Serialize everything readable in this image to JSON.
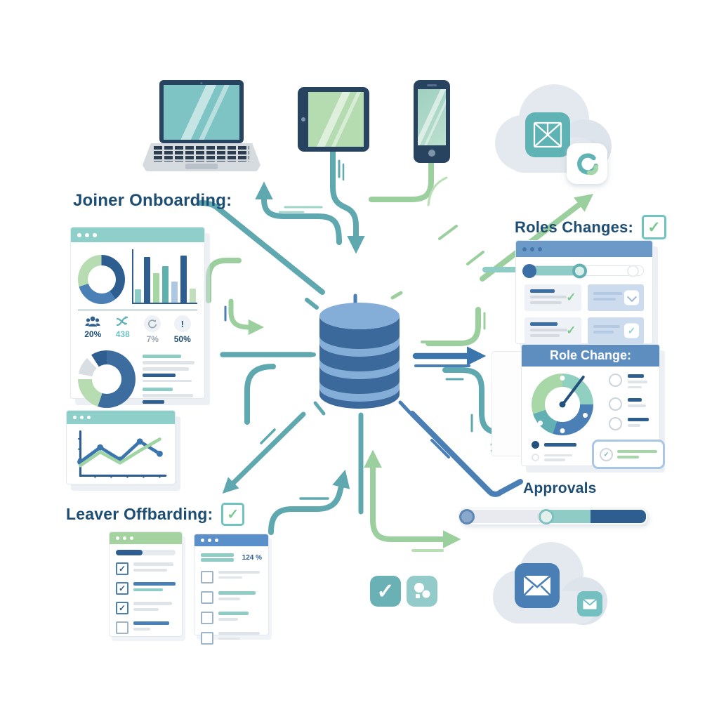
{
  "labels": {
    "joiner": "Joiner Onboarding:",
    "roles_changes": "Roles Changes:",
    "role_change": "Role Change:",
    "leaver": "Leaver Offbarding:",
    "approvals": "Approvals"
  },
  "icons": {
    "check": "✓",
    "alert": "!"
  },
  "dashboard": {
    "stats": [
      {
        "icon": "people-icon",
        "value": "20%",
        "color": "#1d4d73"
      },
      {
        "icon": "branch-icon",
        "value": "438",
        "color": "#6fc3c0"
      },
      {
        "icon": "refresh-icon",
        "value": "7%",
        "color": "#9aa7b3"
      },
      {
        "icon": "alert-icon",
        "value": "50%",
        "color": "#1d4d73"
      }
    ]
  },
  "offboard_card_b": {
    "percent": "124 %"
  },
  "charts": {
    "donut_top": {
      "type": "pie",
      "segments": [
        [
          "#2e5e90",
          40
        ],
        [
          "#4a80b5",
          30
        ],
        [
          "#b7dcb2",
          30
        ]
      ]
    },
    "bars": {
      "type": "bar",
      "values": [
        25,
        85,
        55,
        68,
        40,
        88,
        26
      ],
      "colors": [
        "#8fccc6",
        "#2e5e90",
        "#a6d6a2",
        "#5fb0ac",
        "#aec8e4",
        "#2e5e90",
        "#bfe0ba"
      ]
    },
    "donut_bottom": {
      "type": "pie",
      "segments": [
        [
          "#3d6d9e",
          55
        ],
        [
          "#b7dcb2",
          20
        ],
        [
          "#ffffff",
          3
        ],
        [
          "#d9dee3",
          10
        ],
        [
          "#ffffff",
          3
        ],
        [
          "#2e5e90",
          9
        ]
      ]
    },
    "line": {
      "type": "line",
      "series": [
        {
          "color": "#3a76ad",
          "dots": true,
          "points": [
            30,
            62,
            35,
            75,
            48
          ]
        },
        {
          "color": "#9fd4a3",
          "dots": false,
          "points": [
            22,
            52,
            28,
            55,
            80
          ]
        }
      ]
    },
    "gauge": {
      "type": "pie",
      "segments": [
        [
          "#8fd0c0",
          25
        ],
        [
          "#4a80b5",
          30
        ],
        [
          "#62b0b4",
          15
        ],
        [
          "#a9d8a8",
          30
        ]
      ],
      "needle_deg": 37
    },
    "slider": {
      "fill": 42,
      "fill_color": "#8fccc6"
    },
    "offboard_progress": 45,
    "approvals_bar": {
      "teal_from": 44,
      "navy_from": 70,
      "teal_color": "#8fccc6",
      "navy_color": "#2e5e90"
    }
  }
}
